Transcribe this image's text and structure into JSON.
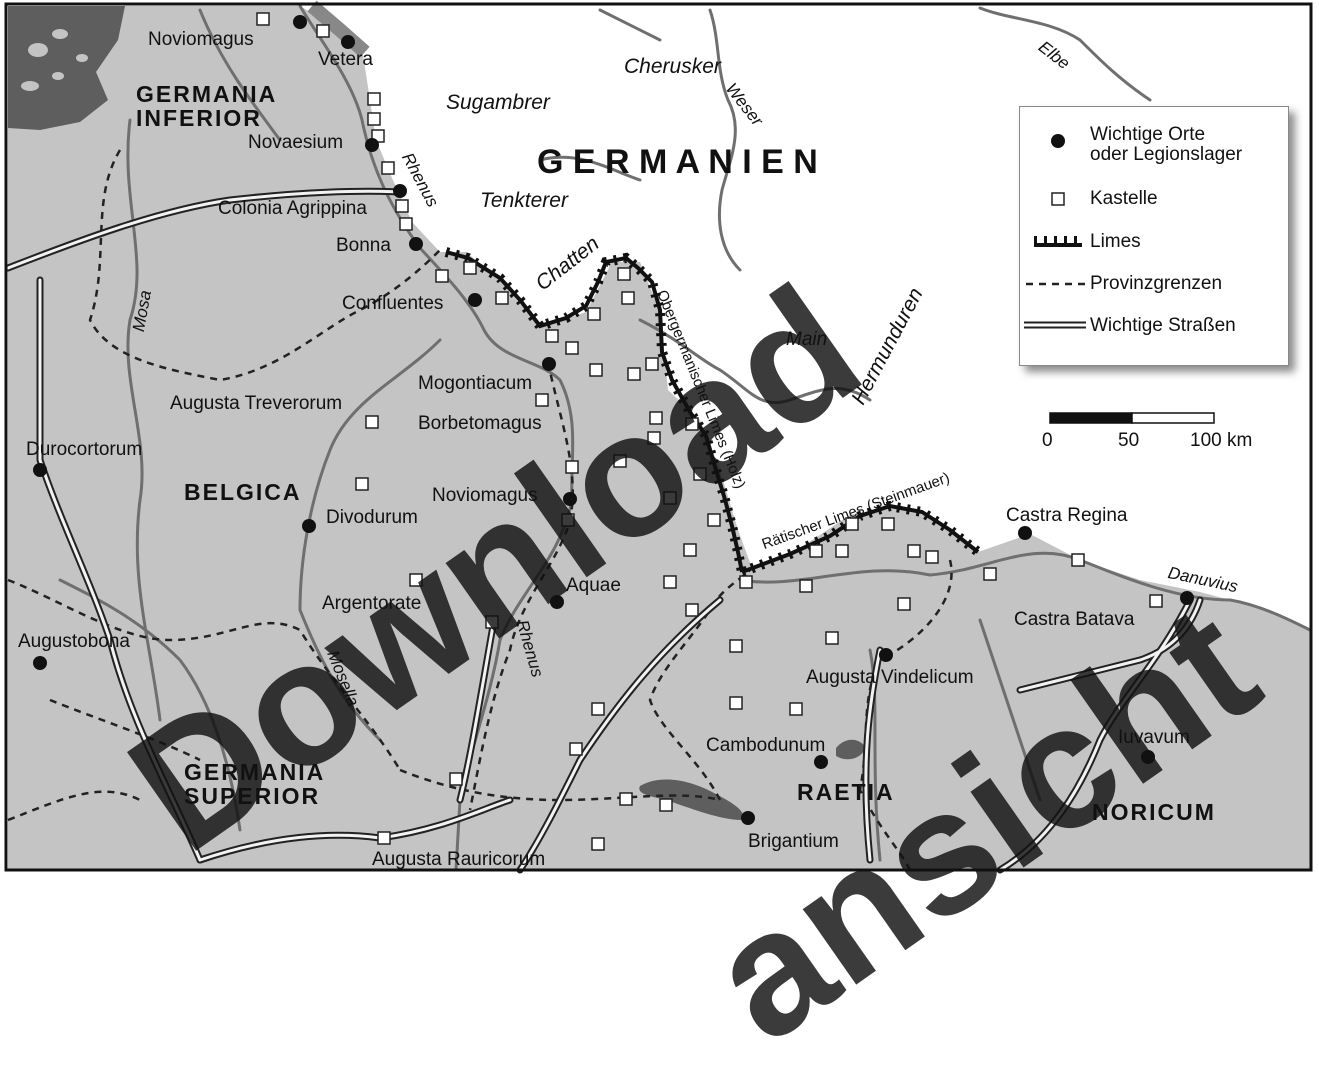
{
  "map": {
    "regions": {
      "germania_inferior": "GERMANIA\nINFERIOR",
      "germanien": "G E R M A N I E N",
      "belgica": "BELGICA",
      "germania_superior": "GERMANIA\nSUPERIOR",
      "raetia": "RAETIA",
      "noricum": "NORICUM"
    },
    "tribes": {
      "cherusker": "Cherusker",
      "sugambrer": "Sugambrer",
      "tenkterer": "Tenkterer",
      "chatten": "Chatten",
      "hermunduren": "Hermunduren"
    },
    "rivers": {
      "elbe": "Elbe",
      "weser": "Weser",
      "rhenus_north": "Rhenus",
      "main": "Main",
      "mosa": "Mosa",
      "mosella": "Mosella",
      "rhenus_south": "Rhenus",
      "danuvius": "Danuvius"
    },
    "places": {
      "noviomagus_north": "Noviomagus",
      "vetera": "Vetera",
      "novaesium": "Novaesium",
      "colonia_agrippina": "Colonia Agrippina",
      "bonna": "Bonna",
      "confluentes": "Confluentes",
      "mogontiacum": "Mogontiacum",
      "augusta_treverorum": "Augusta Treverorum",
      "borbetomagus": "Borbetomagus",
      "durocortorum": "Durocortorum",
      "noviomagus_south": "Noviomagus",
      "divodurum": "Divodurum",
      "aquae": "Aquae",
      "argentorate": "Argentorate",
      "augustobona": "Augustobona",
      "augusta_vindelicum": "Augusta Vindelicum",
      "castra_regina": "Castra Regina",
      "castra_batava": "Castra Batava",
      "cambodunum": "Cambodunum",
      "iuvavum": "Iuvavum",
      "brigantium": "Brigantium",
      "augusta_rauricorum": "Augusta Rauricorum"
    },
    "limes_labels": {
      "obergermanischer": "Obergermanischer Limes (Holz)",
      "raetischer": "Rätischer Limes (Steinmauer)"
    }
  },
  "legend": {
    "important_places": "Wichtige Orte\noder Legionslager",
    "forts": "Kastelle",
    "limes": "Limes",
    "provincial_borders": "Provinzgrenzen",
    "roads": "Wichtige Straßen"
  },
  "scale": {
    "ticks": [
      "0",
      "50",
      "100 km"
    ]
  },
  "watermark": {
    "word1": "Download",
    "word2": "ansicht"
  },
  "colors": {
    "empire_fill": "#c4c4c4",
    "germania_fill": "#ffffff",
    "sea_fill": "#5e5e5e",
    "limes": "#111111",
    "river": "#707070"
  }
}
